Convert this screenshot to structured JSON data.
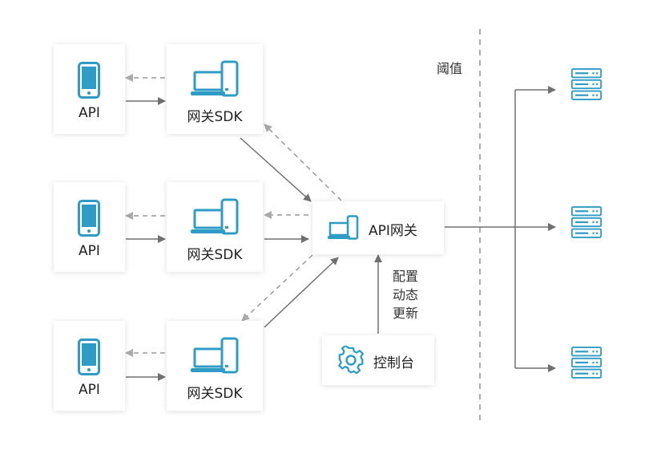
{
  "clients": [
    {
      "api_label": "API",
      "sdk_label": "网关SDK"
    },
    {
      "api_label": "API",
      "sdk_label": "网关SDK"
    },
    {
      "api_label": "API",
      "sdk_label": "网关SDK"
    }
  ],
  "gateway": {
    "label": "API网关"
  },
  "console": {
    "label": "控制台"
  },
  "config_update": {
    "lines": [
      "配置",
      "动态",
      "更新"
    ]
  },
  "threshold": {
    "label": "阈值"
  },
  "colors": {
    "accent": "#2f9cc5",
    "arrow": "#707070",
    "dashed": "#999999"
  },
  "icons": {
    "api": "phone-icon",
    "sdk": "devices-icon",
    "gateway": "devices-icon",
    "console": "gear-icon",
    "server": "server-icon"
  }
}
